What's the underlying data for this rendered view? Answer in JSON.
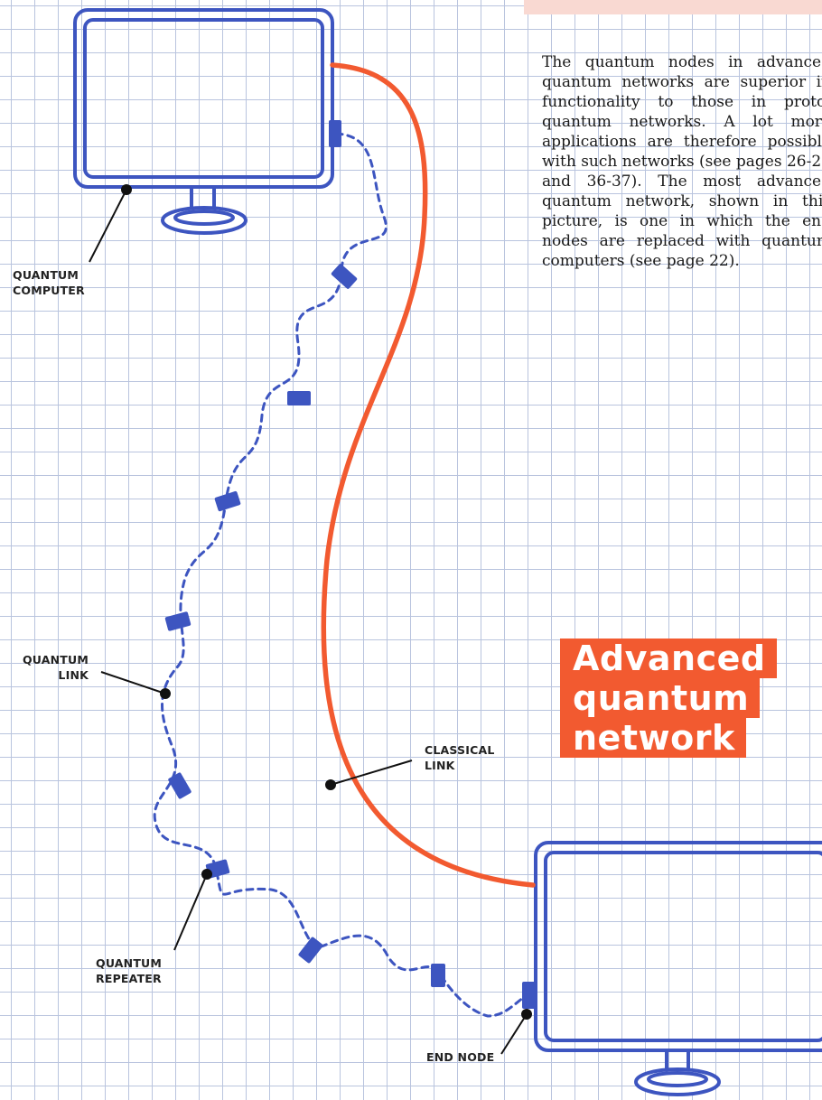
{
  "body_text": "The quantum nodes in advanced quantum networks are superior in functionality to those in proto-quantum networks. A lot more applications are therefore possible with such networks (see pages 26-27 and 36-37). The most advanced quantum network, shown in this picture, is one in which the end nodes are replaced with quantum computers (see page 22).",
  "title": {
    "line1": "Advanced",
    "line2": "quantum",
    "line3": "network"
  },
  "labels": {
    "quantum_computer": [
      "QUANTUM",
      "COMPUTER"
    ],
    "quantum_link": [
      "QUANTUM",
      "LINK"
    ],
    "classical_link": [
      "CLASSICAL",
      "LINK"
    ],
    "quantum_repeater": [
      "QUANTUM",
      "REPEATER"
    ],
    "end_node": "END NODE"
  },
  "colors": {
    "monitor": "#3d55c0",
    "classical_link": "#f25a30",
    "quantum_link": "#3d55c0",
    "title_bg": "#f25a30",
    "grid": "#b9c4de"
  }
}
